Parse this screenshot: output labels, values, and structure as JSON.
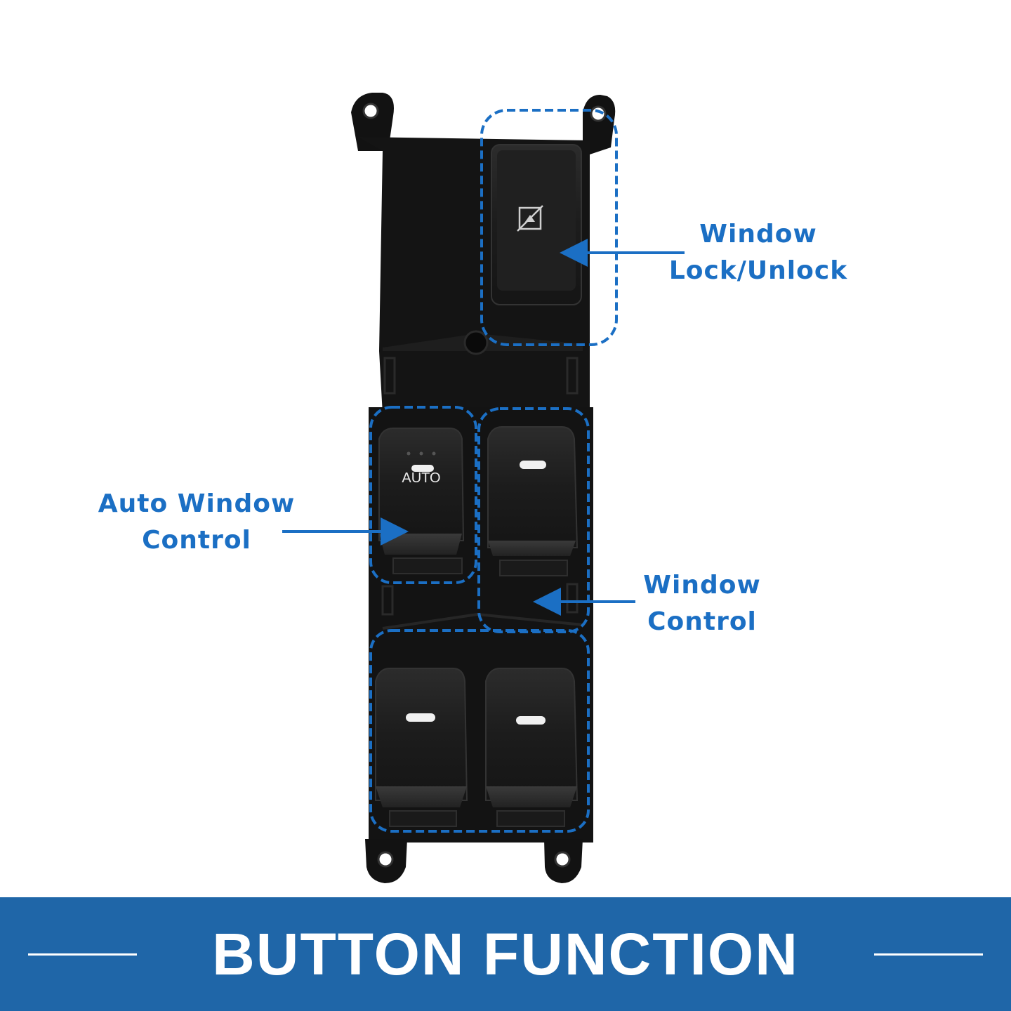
{
  "callouts": {
    "window_lock": {
      "line1": "Window",
      "line2": "Lock/Unlock"
    },
    "auto_window": {
      "line1": "Auto Window",
      "line2": "Control"
    },
    "window_control": {
      "line1": "Window",
      "line2": "Control"
    }
  },
  "switch": {
    "auto_label": "AUTO",
    "lock_icon": "window-lock-icon"
  },
  "banner": {
    "title": "BUTTON FUNCTION"
  },
  "colors": {
    "accent_blue": "#1b6fc4",
    "banner_blue": "#1f66a8",
    "panel_black": "#111111"
  }
}
